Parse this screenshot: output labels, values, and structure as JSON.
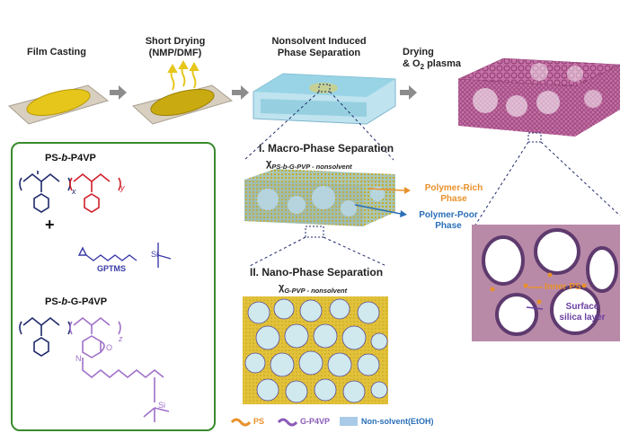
{
  "steps": {
    "film_casting": "Film Casting",
    "short_drying_1": "Short Drying",
    "short_drying_2": "(NMP/DMF)",
    "nips_1": "Nonsolvent Induced",
    "nips_2": "Phase Separation",
    "drying_1": "Drying",
    "drying_2": "& O",
    "drying_2_sub": "2",
    "drying_2_tail": " plasma"
  },
  "macro": {
    "numeral": "I",
    "title": ". Macro-Phase Separation",
    "chi": "χ",
    "chi_sub": "PS-b-G-PVP - nonsolvent",
    "rich_1": "Polymer-Rich",
    "rich_2": "Phase",
    "poor_1": "Polymer-Poor",
    "poor_2": "Phase"
  },
  "nano": {
    "numeral": "II",
    "title": ". Nano-Phase Separation",
    "chi": "χ",
    "chi_sub": "G-PVP - nonsolvent"
  },
  "chem": {
    "title1_a": "PS-",
    "title1_b": "b",
    "title1_c": "-P4VP",
    "x": "x",
    "y": "y",
    "plus": "+",
    "gptms": "GPTMS",
    "si": "Si",
    "title2_a": "PS-",
    "title2_b": "b",
    "title2_c": "-G-P4VP",
    "n": "N",
    "o": "O",
    "z": "z"
  },
  "zoom": {
    "inner_ps": "Inner PS",
    "silica_1": "Surface",
    "silica_2": "silica layer"
  },
  "legend": {
    "ps": "PS",
    "gp4vp": "G-P4VP",
    "nonsolvent": "Non-solvent(EtOH)"
  },
  "colors": {
    "green_border": "#3a8a2e",
    "navy": "#1f2a6b",
    "red": "#d0202a",
    "purple": "#a070c8",
    "orange": "#e8912a",
    "blue_label": "#2a6fb8",
    "gray_arrow": "#8c8c8c",
    "membrane_pink": "#b0558e"
  }
}
